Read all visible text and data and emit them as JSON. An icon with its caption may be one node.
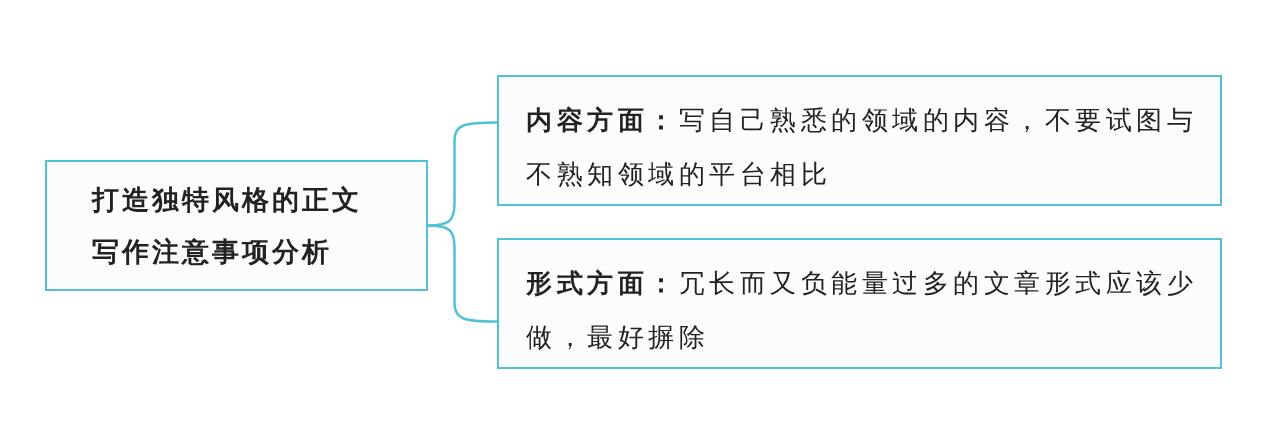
{
  "diagram": {
    "nodes": [
      {
        "text": [
          "打造独特风格的正文写作注意事项分析"
        ]
      },
      {
        "text": [
          "**内容方面：**写自己熟悉的领域的内容，不要试图与不熟知领域的平台相比"
        ]
      },
      {
        "text": [
          "**形式方面：**冗长而又负能量过多的文章形式应该少做，最好摒除"
        ]
      }
    ],
    "edges": [
      {
        "from": 0,
        "to": 1,
        "arrow": "none"
      },
      {
        "from": 0,
        "to": 2,
        "arrow": "none"
      }
    ]
  }
}
